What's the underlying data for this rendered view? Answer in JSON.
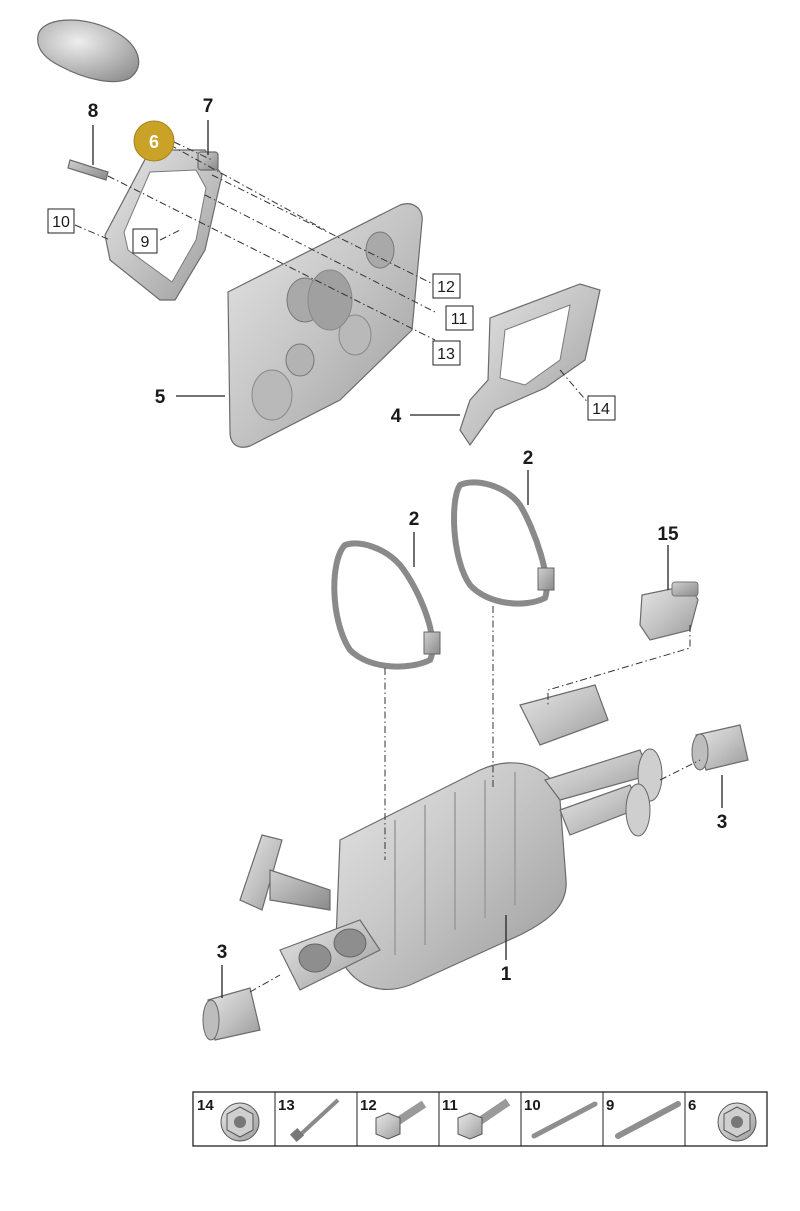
{
  "callouts": {
    "c1": "1",
    "c2a": "2",
    "c2b": "2",
    "c3a": "3",
    "c3b": "3",
    "c4": "4",
    "c5": "5",
    "c7": "7",
    "c8": "8",
    "c15": "15",
    "highlight": "6"
  },
  "boxed_callouts": {
    "b9": "9",
    "b10": "10",
    "b11": "11",
    "b12": "12",
    "b13": "13",
    "b14": "14"
  },
  "legend": [
    {
      "number": "14",
      "icon": "flange-nut-icon"
    },
    {
      "number": "13",
      "icon": "long-bolt-icon"
    },
    {
      "number": "12",
      "icon": "hex-bolt-icon"
    },
    {
      "number": "11",
      "icon": "hex-bolt-icon"
    },
    {
      "number": "10",
      "icon": "threaded-stud-icon"
    },
    {
      "number": "9",
      "icon": "threaded-stud-icon"
    },
    {
      "number": "6",
      "icon": "flange-nut-icon"
    }
  ],
  "colors": {
    "highlight_fill": "#c9a227",
    "part_fill": "#c8c8c8",
    "line": "#222222"
  }
}
